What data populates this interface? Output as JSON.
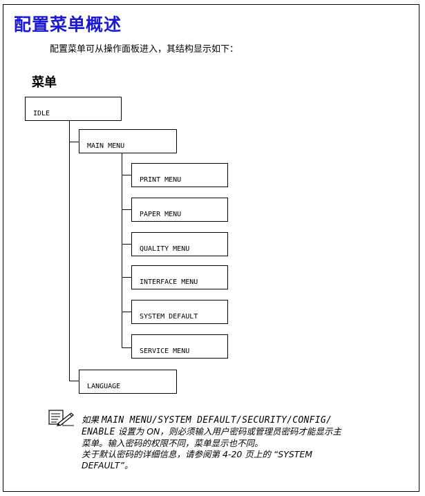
{
  "title": "配置菜单概述",
  "intro": "配置菜单可从操作面板进入，其结构显示如下：",
  "menu_heading": "菜单",
  "tree": {
    "idle": "IDLE",
    "main_menu": "MAIN MENU",
    "print_menu": "PRINT MENU",
    "paper_menu": "PAPER MENU",
    "quality_menu": "QUALITY MENU",
    "interface_menu": "INTERFACE MENU",
    "system_default": "SYSTEM DEFAULT",
    "service_menu": "SERVICE MENU",
    "language": "LANGUAGE"
  },
  "note": {
    "line1_prefix": "如果 ",
    "line1_mono": "MAIN MENU/SYSTEM DEFAULT/SECURITY/CONFIG/",
    "line2_mono": "ENABLE",
    "line2_text": " 设置为 ON，则必须输入用户密码或管理员密码才能显示主",
    "line3": "菜单。输入密码的权限不同，菜单显示也不同。",
    "line4": "关于默认密码的详细信息，请参阅第 4-20 页上的 “SYSTEM",
    "line5": "DEFAULT”。"
  }
}
